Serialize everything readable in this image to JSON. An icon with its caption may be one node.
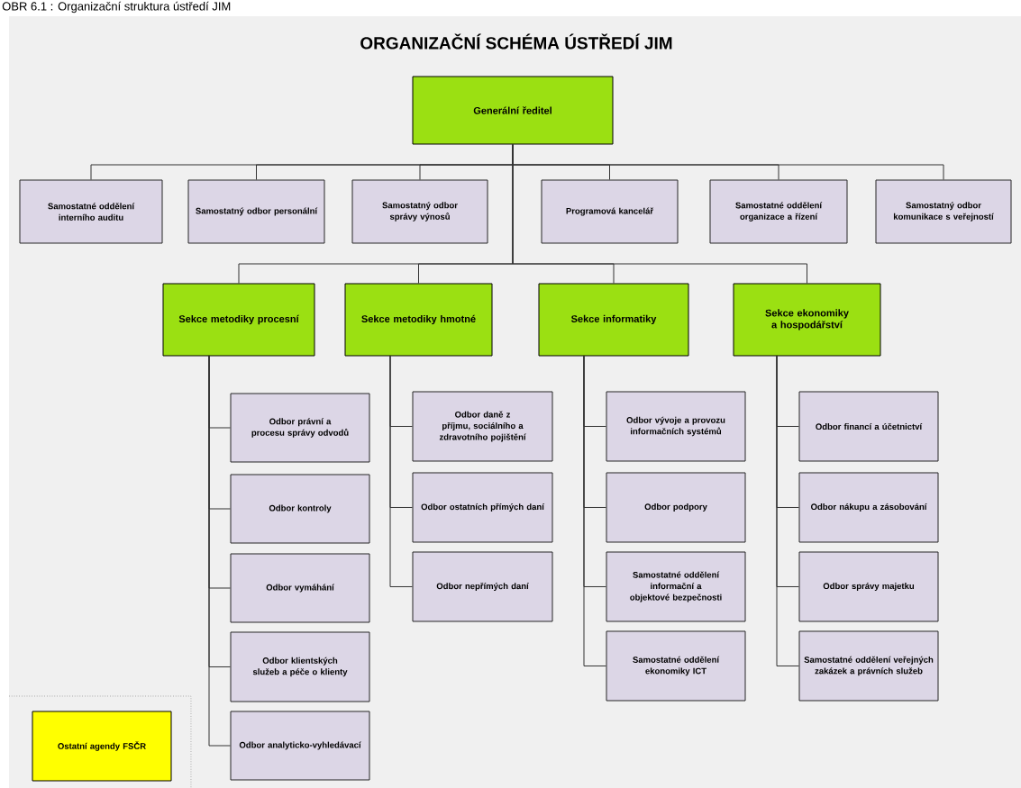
{
  "diagram": {
    "title": "ORGANIZAČNÍ SCHÉMA ÚSTŘEDÍ JIM",
    "caption": "OBR 6.1 : Organizační struktura ústředí JIM",
    "nodes": [
      {
        "text": [
          "Generální ředitel"
        ]
      },
      {
        "text": [
          "Samostatné oddělení interního auditu"
        ]
      },
      {
        "text": [
          "Samostatný odbor personální"
        ]
      },
      {
        "text": [
          "Samostatný odbor správy výnosů"
        ]
      },
      {
        "text": [
          "Programová kancelář"
        ]
      },
      {
        "text": [
          "Samostatné oddělení organizace a řízení"
        ]
      },
      {
        "text": [
          "Samostatný odbor komunikace s veřejností"
        ]
      },
      {
        "text": [
          "Sekce metodiky procesní"
        ]
      },
      {
        "text": [
          "Sekce metodiky hmotné"
        ]
      },
      {
        "text": [
          "Sekce informatiky"
        ]
      },
      {
        "text": [
          "Sekce ekonomiky a hospodářství"
        ]
      },
      {
        "text": [
          "Odbor právní a procesu správy odvodů"
        ]
      },
      {
        "text": [
          "Odbor kontroly"
        ]
      },
      {
        "text": [
          "Odbor vymáhání"
        ]
      },
      {
        "text": [
          "Odbor klientských služeb a péče o klienty"
        ]
      },
      {
        "text": [
          "Odbor analyticko-vyhledávací"
        ]
      },
      {
        "text": [
          "Odbor daně z příjmu, sociálního a zdravotního pojištění"
        ]
      },
      {
        "text": [
          "Odbor ostatních přímých daní"
        ]
      },
      {
        "text": [
          "Odbor nepřímých daní"
        ]
      },
      {
        "text": [
          "Odbor vývoje a provozu informačních systémů"
        ]
      },
      {
        "text": [
          "Odbor podpory"
        ]
      },
      {
        "text": [
          "Samostatné oddělení informační a objektové bezpečnosti"
        ]
      },
      {
        "text": [
          "Samostatné oddělení ekonomiky ICT"
        ]
      },
      {
        "text": [
          "Odbor financí a účetnictví"
        ]
      },
      {
        "text": [
          "Odbor nákupu a zásobování"
        ]
      },
      {
        "text": [
          "Odbor správy majetku"
        ]
      },
      {
        "text": [
          "Samostatné oddělení veřejných zakázek a právních služeb"
        ]
      },
      {
        "text": [
          "Ostatní agendy FSČR"
        ]
      }
    ],
    "edges": [
      {
        "from": 0,
        "to": 1,
        "arrow": "none"
      },
      {
        "from": 0,
        "to": 2,
        "arrow": "none"
      },
      {
        "from": 0,
        "to": 3,
        "arrow": "none"
      },
      {
        "from": 0,
        "to": 4,
        "arrow": "none"
      },
      {
        "from": 0,
        "to": 5,
        "arrow": "none"
      },
      {
        "from": 0,
        "to": 6,
        "arrow": "none"
      },
      {
        "from": 0,
        "to": 7,
        "arrow": "none"
      },
      {
        "from": 0,
        "to": 8,
        "arrow": "none"
      },
      {
        "from": 0,
        "to": 9,
        "arrow": "none"
      },
      {
        "from": 0,
        "to": 10,
        "arrow": "none"
      },
      {
        "from": 7,
        "to": 11,
        "arrow": "none"
      },
      {
        "from": 7,
        "to": 12,
        "arrow": "none"
      },
      {
        "from": 7,
        "to": 13,
        "arrow": "none"
      },
      {
        "from": 7,
        "to": 14,
        "arrow": "none"
      },
      {
        "from": 7,
        "to": 15,
        "arrow": "none"
      },
      {
        "from": 8,
        "to": 16,
        "arrow": "none"
      },
      {
        "from": 8,
        "to": 17,
        "arrow": "none"
      },
      {
        "from": 8,
        "to": 18,
        "arrow": "none"
      },
      {
        "from": 9,
        "to": 19,
        "arrow": "none"
      },
      {
        "from": 9,
        "to": 20,
        "arrow": "none"
      },
      {
        "from": 9,
        "to": 21,
        "arrow": "none"
      },
      {
        "from": 9,
        "to": 22,
        "arrow": "none"
      },
      {
        "from": 10,
        "to": 23,
        "arrow": "none"
      },
      {
        "from": 10,
        "to": 24,
        "arrow": "none"
      },
      {
        "from": 10,
        "to": 25,
        "arrow": "none"
      },
      {
        "from": 10,
        "to": 26,
        "arrow": "none"
      }
    ]
  }
}
